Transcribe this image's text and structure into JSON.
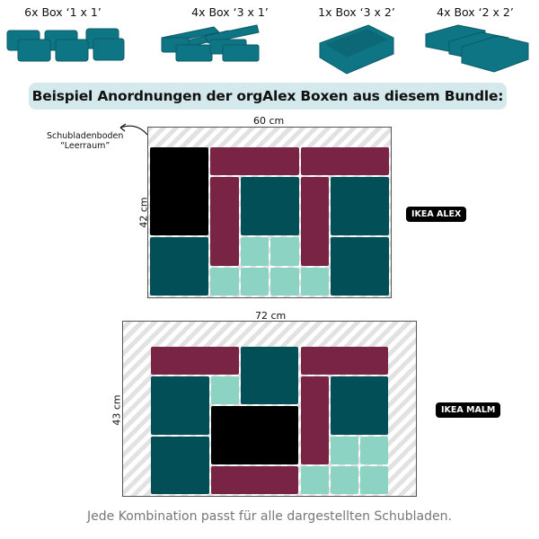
{
  "products": [
    {
      "label": "6x Box ‘1 x 1’",
      "icon": "box-1x1-set-image"
    },
    {
      "label": "4x Box ‘3 x 1’",
      "icon": "box-3x1-set-image"
    },
    {
      "label": "1x Box ‘3 x 2’",
      "icon": "box-3x2-image"
    },
    {
      "label": "4x Box ‘2 x 2’",
      "icon": "box-2x2-set-image"
    }
  ],
  "banner": "Beispiel Anordnungen der orgAlex Boxen aus diesem Bundle:",
  "colors": {
    "box_1x1": "#8cd3c3",
    "box_3x1": "#7a2445",
    "box_3x2": "#000000",
    "box_2x2": "#034f57",
    "product": "#0e7585",
    "banner_bg": "#d3e9ec"
  },
  "alex": {
    "badge": "IKEA ALEX",
    "width_label": "60 cm",
    "height_label": "42 cm",
    "note_line1": "Schubladenboden",
    "note_line2": "“Leerraum”"
  },
  "malm": {
    "badge": "IKEA MALM",
    "width_label": "72 cm",
    "height_label": "43 cm"
  },
  "footer": "Jede Kombination passt für alle dargestellten Schubladen."
}
